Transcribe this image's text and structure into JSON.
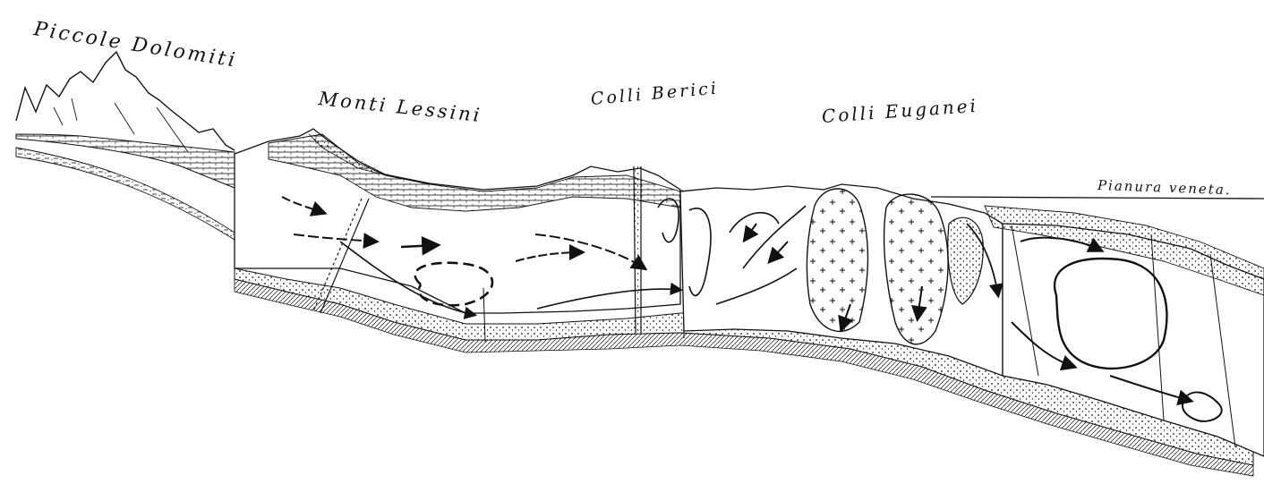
{
  "labels": {
    "piccole_dolomiti": "Piccole Dolomiti",
    "monti_lessini": "Monti Lessini",
    "colli_berici": "Colli Berici",
    "colli_euganei": "Colli Euganei",
    "pianura_veneta": "Pianura veneta."
  },
  "colors": {
    "ink": "#111111",
    "paper": "#ffffff"
  }
}
